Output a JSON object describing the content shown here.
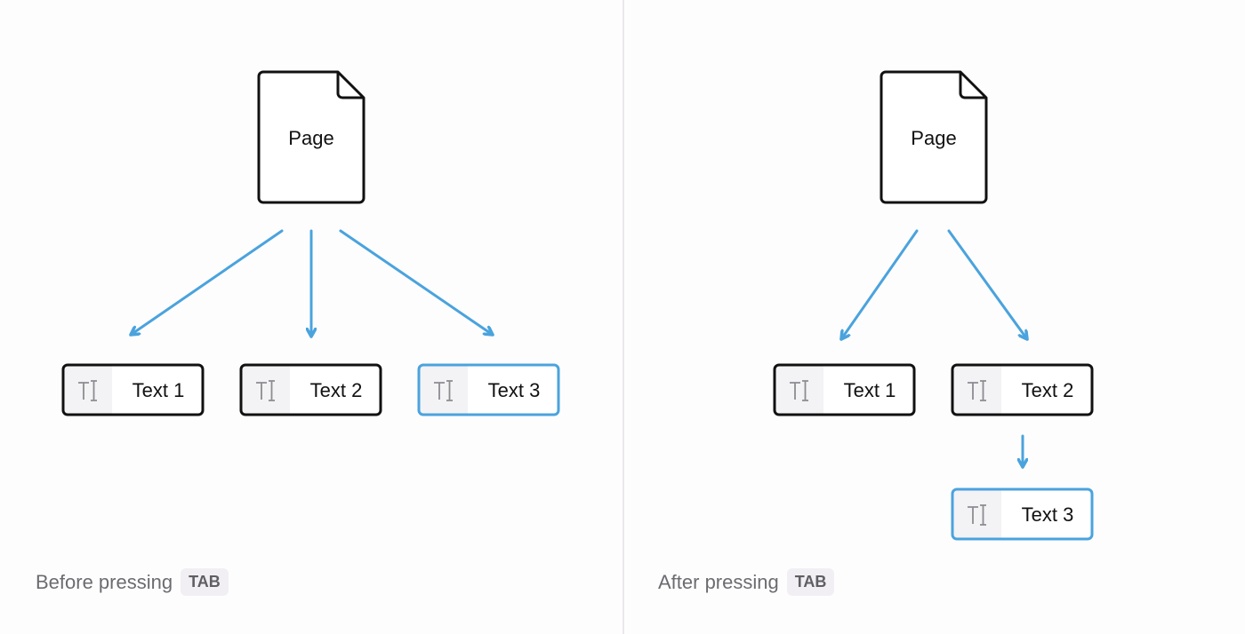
{
  "colors": {
    "accent": "#4aa3dd",
    "border": "#111111",
    "icon_bg": "#f3f2f5"
  },
  "before": {
    "page_label": "Page",
    "items": [
      "Text 1",
      "Text 2",
      "Text 3"
    ],
    "caption": "Before pressing",
    "key": "TAB"
  },
  "after": {
    "page_label": "Page",
    "items": [
      "Text 1",
      "Text 2",
      "Text 3"
    ],
    "caption": "After pressing",
    "key": "TAB"
  },
  "icons": {
    "page": "page-icon",
    "text_block": "text-cursor-icon"
  }
}
